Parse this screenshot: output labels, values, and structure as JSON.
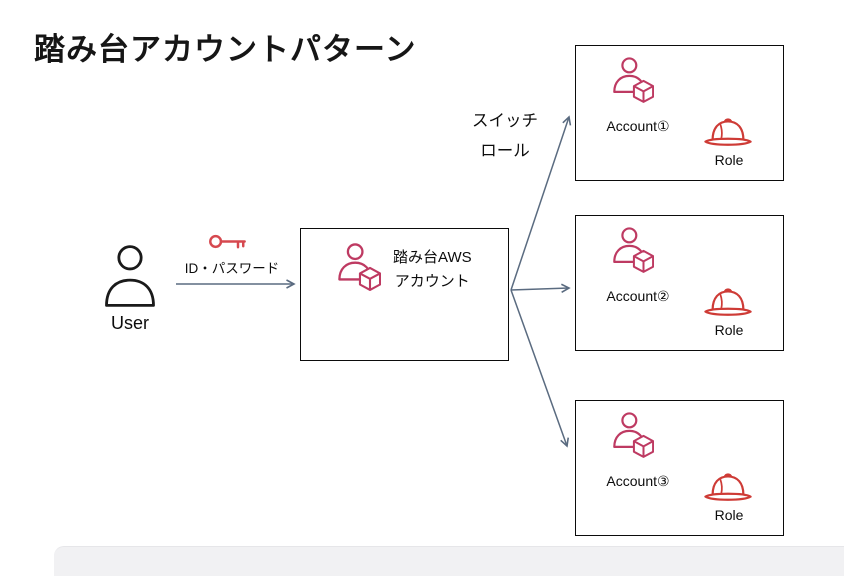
{
  "title": "踏み台アカウントパターン",
  "user": {
    "label": "User"
  },
  "login_arrow": {
    "label": "ID・パスワード"
  },
  "switch_arrow": {
    "label_line1": "スイッチ",
    "label_line2": "ロール"
  },
  "bastion_box": {
    "label_line1": "踏み台AWS",
    "label_line2": "アカウント"
  },
  "accounts": [
    {
      "label": "Account①",
      "role_label": "Role"
    },
    {
      "label": "Account②",
      "role_label": "Role"
    },
    {
      "label": "Account③",
      "role_label": "Role"
    }
  ],
  "colors": {
    "iam_user_icon": "#BE3A62",
    "key_icon": "#D6484F",
    "role_hat_icon": "#CE3B36",
    "arrow": "#5A6B80",
    "box_border": "#0b0b0b"
  }
}
